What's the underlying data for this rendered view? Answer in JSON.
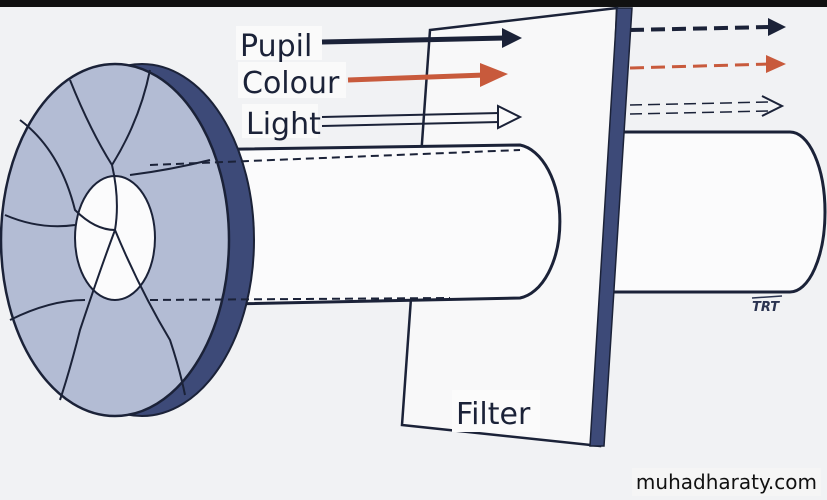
{
  "labels": {
    "pupil": "Pupil",
    "colour": "Colour",
    "light": "Light",
    "filter": "Filter"
  },
  "signature": "TRT",
  "watermark": "muhadharaty.com",
  "colors": {
    "ink": "#1b2238",
    "orange": "#c85a3c",
    "disc": "#b3bcd4",
    "rim": "#3d4a78",
    "paper": "#f1f2f4"
  }
}
